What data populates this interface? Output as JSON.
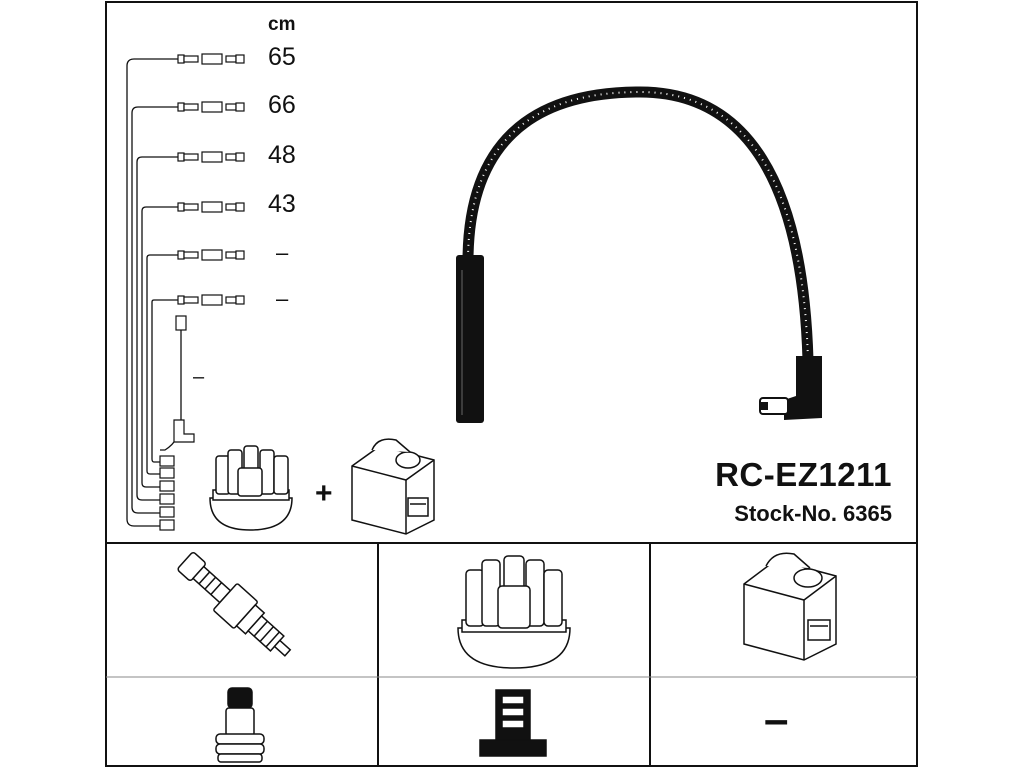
{
  "product": {
    "model": "RC-EZ1211",
    "stock_number": "Stock-No. 6365"
  },
  "legend": {
    "unit": "cm",
    "cable_lengths": [
      "65",
      "66",
      "48",
      "43",
      "–",
      "–"
    ],
    "coil_lead_length": "–"
  },
  "kit": {
    "plus_sign": "+"
  },
  "components_grid": {
    "spark_plug_terminal_option": "–"
  },
  "colors": {
    "line": "#111111",
    "background": "#ffffff"
  }
}
